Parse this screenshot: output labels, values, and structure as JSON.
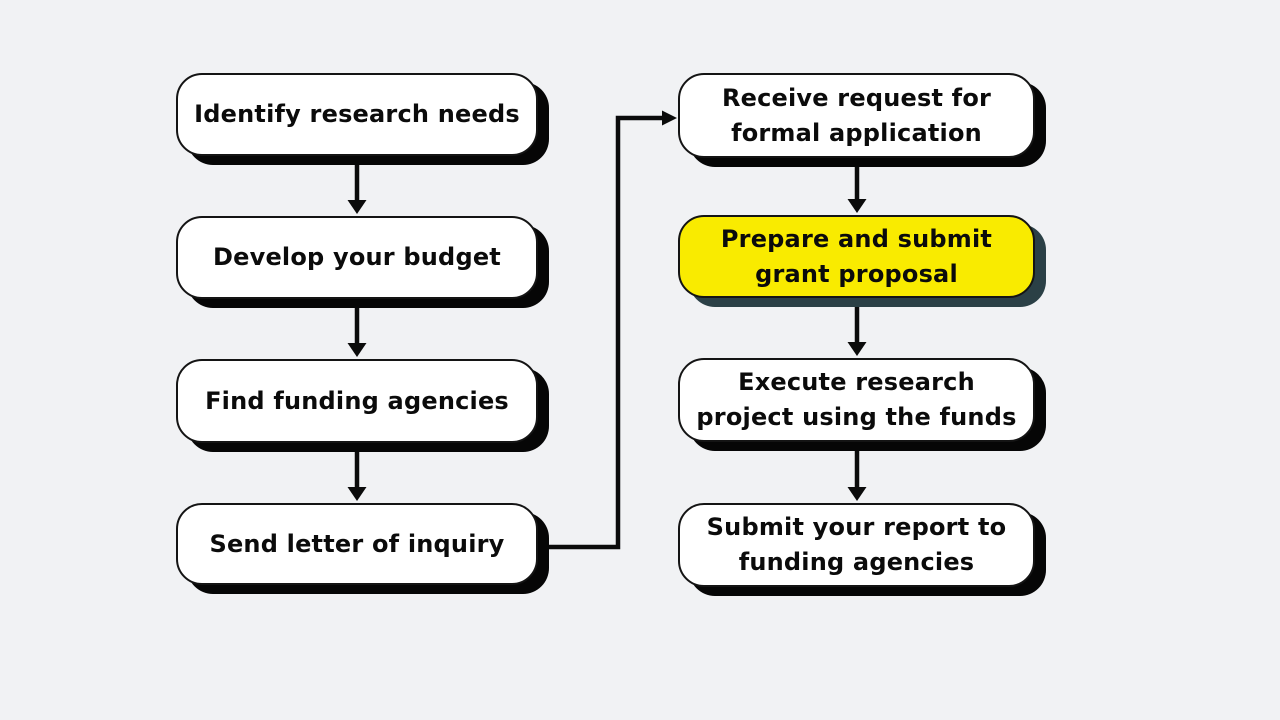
{
  "diagram": {
    "type": "flowchart",
    "background": "#F1F2F4"
  },
  "colors": {
    "canvas_bg": "#F1F2F4",
    "box_fill": "#FFFFFF",
    "box_border": "#141414",
    "shadow": "#060606",
    "highlight_fill": "#F9EB00",
    "highlight_shadow": "#2B4046",
    "text": "#0B0B0B",
    "arrow": "#0B0B0B"
  },
  "flowchart": {
    "left_column": [
      {
        "label": "Identify research needs",
        "highlighted": false
      },
      {
        "label": "Develop your budget",
        "highlighted": false
      },
      {
        "label": "Find funding agencies",
        "highlighted": false
      },
      {
        "label": "Send letter of inquiry",
        "highlighted": false
      }
    ],
    "right_column": [
      {
        "label": "Receive request for\nformal application",
        "highlighted": false
      },
      {
        "label": "Prepare and submit\ngrant proposal",
        "highlighted": true
      },
      {
        "label": "Execute research\nproject using the funds",
        "highlighted": false
      },
      {
        "label": "Submit your report to\nfunding agencies",
        "highlighted": false
      }
    ],
    "connections": [
      "identify-research-needs -> develop-your-budget",
      "develop-your-budget -> find-funding-agencies",
      "find-funding-agencies -> send-letter-of-inquiry",
      "send-letter-of-inquiry -> receive-request-for-formal-application",
      "receive-request-for-formal-application -> prepare-and-submit-grant-proposal",
      "prepare-and-submit-grant-proposal -> execute-research-project-using-the-funds",
      "execute-research-project-using-the-funds -> submit-your-report-to-funding-agencies"
    ]
  }
}
